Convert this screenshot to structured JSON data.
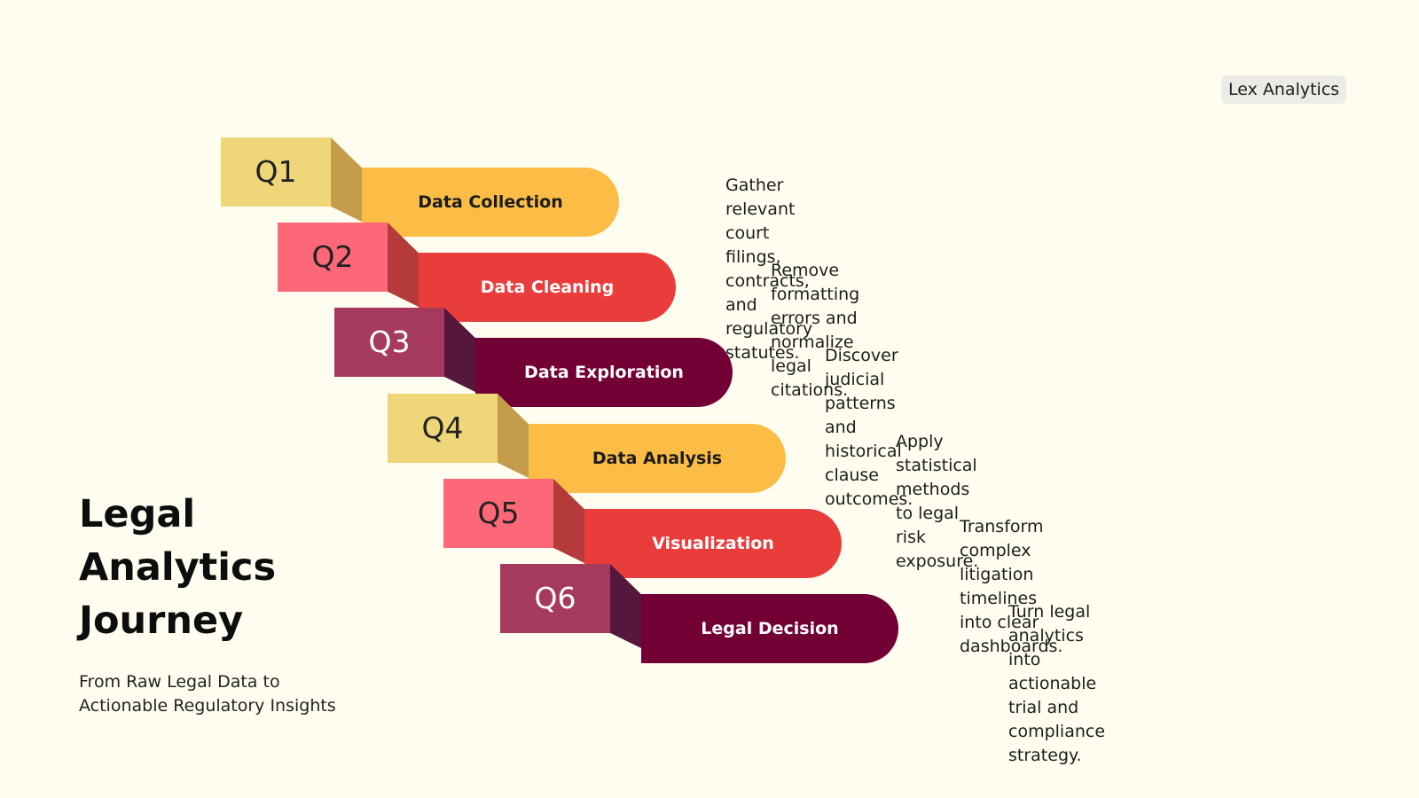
{
  "brand": "Lex Analytics",
  "title": {
    "line1": "Legal",
    "line2": "Analytics",
    "line3": "Journey"
  },
  "subtitle": {
    "line1": "From Raw Legal Data to",
    "line2": "Actionable Regulatory Insights"
  },
  "colors": {
    "background": "#fffdf0",
    "yellow": {
      "tab": "#efd679",
      "fold": "#c59d4a",
      "pill": "#fbbd46",
      "pill_text": "#1b1b1b",
      "tab_text": "#222222"
    },
    "red": {
      "tab": "#fd6878",
      "fold": "#b53b3a",
      "pill": "#e93d3c",
      "pill_text": "#ffffff",
      "tab_text": "#222222"
    },
    "maroon": {
      "tab": "#a6395e",
      "fold": "#55183c",
      "pill": "#730035",
      "pill_text": "#ffffff",
      "tab_text": "#ffffff"
    }
  },
  "steps": [
    {
      "q": "Q1",
      "name": "Data Collection",
      "theme": "yellow",
      "desc1": "Gather relevant court filings,",
      "desc2": "contracts, and regulatory statutes."
    },
    {
      "q": "Q2",
      "name": "Data Cleaning",
      "theme": "red",
      "desc1": "Remove formatting errors and",
      "desc2": "normalize legal citations."
    },
    {
      "q": "Q3",
      "name": "Data Exploration",
      "theme": "maroon",
      "desc1": "Discover judicial patterns and",
      "desc2": "historical clause outcomes."
    },
    {
      "q": "Q4",
      "name": "Data Analysis",
      "theme": "yellow",
      "desc1": "Apply statistical methods to legal",
      "desc2": "risk exposure."
    },
    {
      "q": "Q5",
      "name": "Visualization",
      "theme": "red",
      "desc1": "Transform complex litigation",
      "desc2": "timelines into clear dashboards."
    },
    {
      "q": "Q6",
      "name": "Legal Decision",
      "theme": "maroon",
      "desc1": "Turn legal analytics into actionable",
      "desc2": "trial and compliance strategy."
    }
  ]
}
